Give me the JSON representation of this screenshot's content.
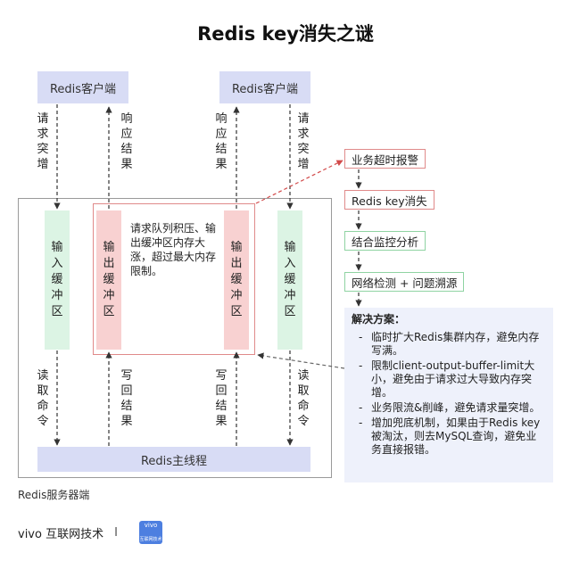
{
  "title": "Redis key消失之谜",
  "clients": {
    "left": "Redis客户端",
    "right": "Redis客户端"
  },
  "flow_labels": {
    "request_burst": [
      "请",
      "求",
      "突",
      "增"
    ],
    "response_result": [
      "响",
      "应",
      "结",
      "果"
    ],
    "read_command": [
      "读",
      "取",
      "命",
      "令"
    ],
    "write_result": [
      "写",
      "回",
      "结",
      "果"
    ]
  },
  "buffers": {
    "input": [
      "输",
      "入",
      "缓",
      "冲",
      "区"
    ],
    "output": [
      "输",
      "出",
      "缓",
      "冲",
      "区"
    ]
  },
  "overflow_note": "请求队列积压、输出缓冲区内存大涨，超过最大内存限制。",
  "main_thread": "Redis主线程",
  "server_label": "Redis服务器端",
  "steps": [
    "业务超时报警",
    "Redis key消失",
    "结合监控分析",
    "网络检测 + 问题溯源"
  ],
  "solution": {
    "title": "解决方案：",
    "items": [
      "临时扩大Redis集群内存，避免内存写满。",
      "限制client-output-buffer-limit大小，避免由于请求过大导致内存突增。",
      "业务限流&削峰，避免请求量突增。",
      "增加兜底机制，如果由于Redis key被淘汰，则去MySQL查询，避免业务直接报错。"
    ]
  },
  "footer": {
    "brand": "vivo 互联网技术",
    "separator": "I",
    "logo_text": [
      "vivo",
      "互联网技术"
    ]
  },
  "colors": {
    "client_fill": "#d8dcf5",
    "input_buffer": "#dcf4e4",
    "output_buffer": "#f8d1d1",
    "alert_border": "#e08a8a",
    "normal_border": "#8fd3a2",
    "solution_fill": "#eef1fb",
    "logo": "#4d7fe0"
  }
}
